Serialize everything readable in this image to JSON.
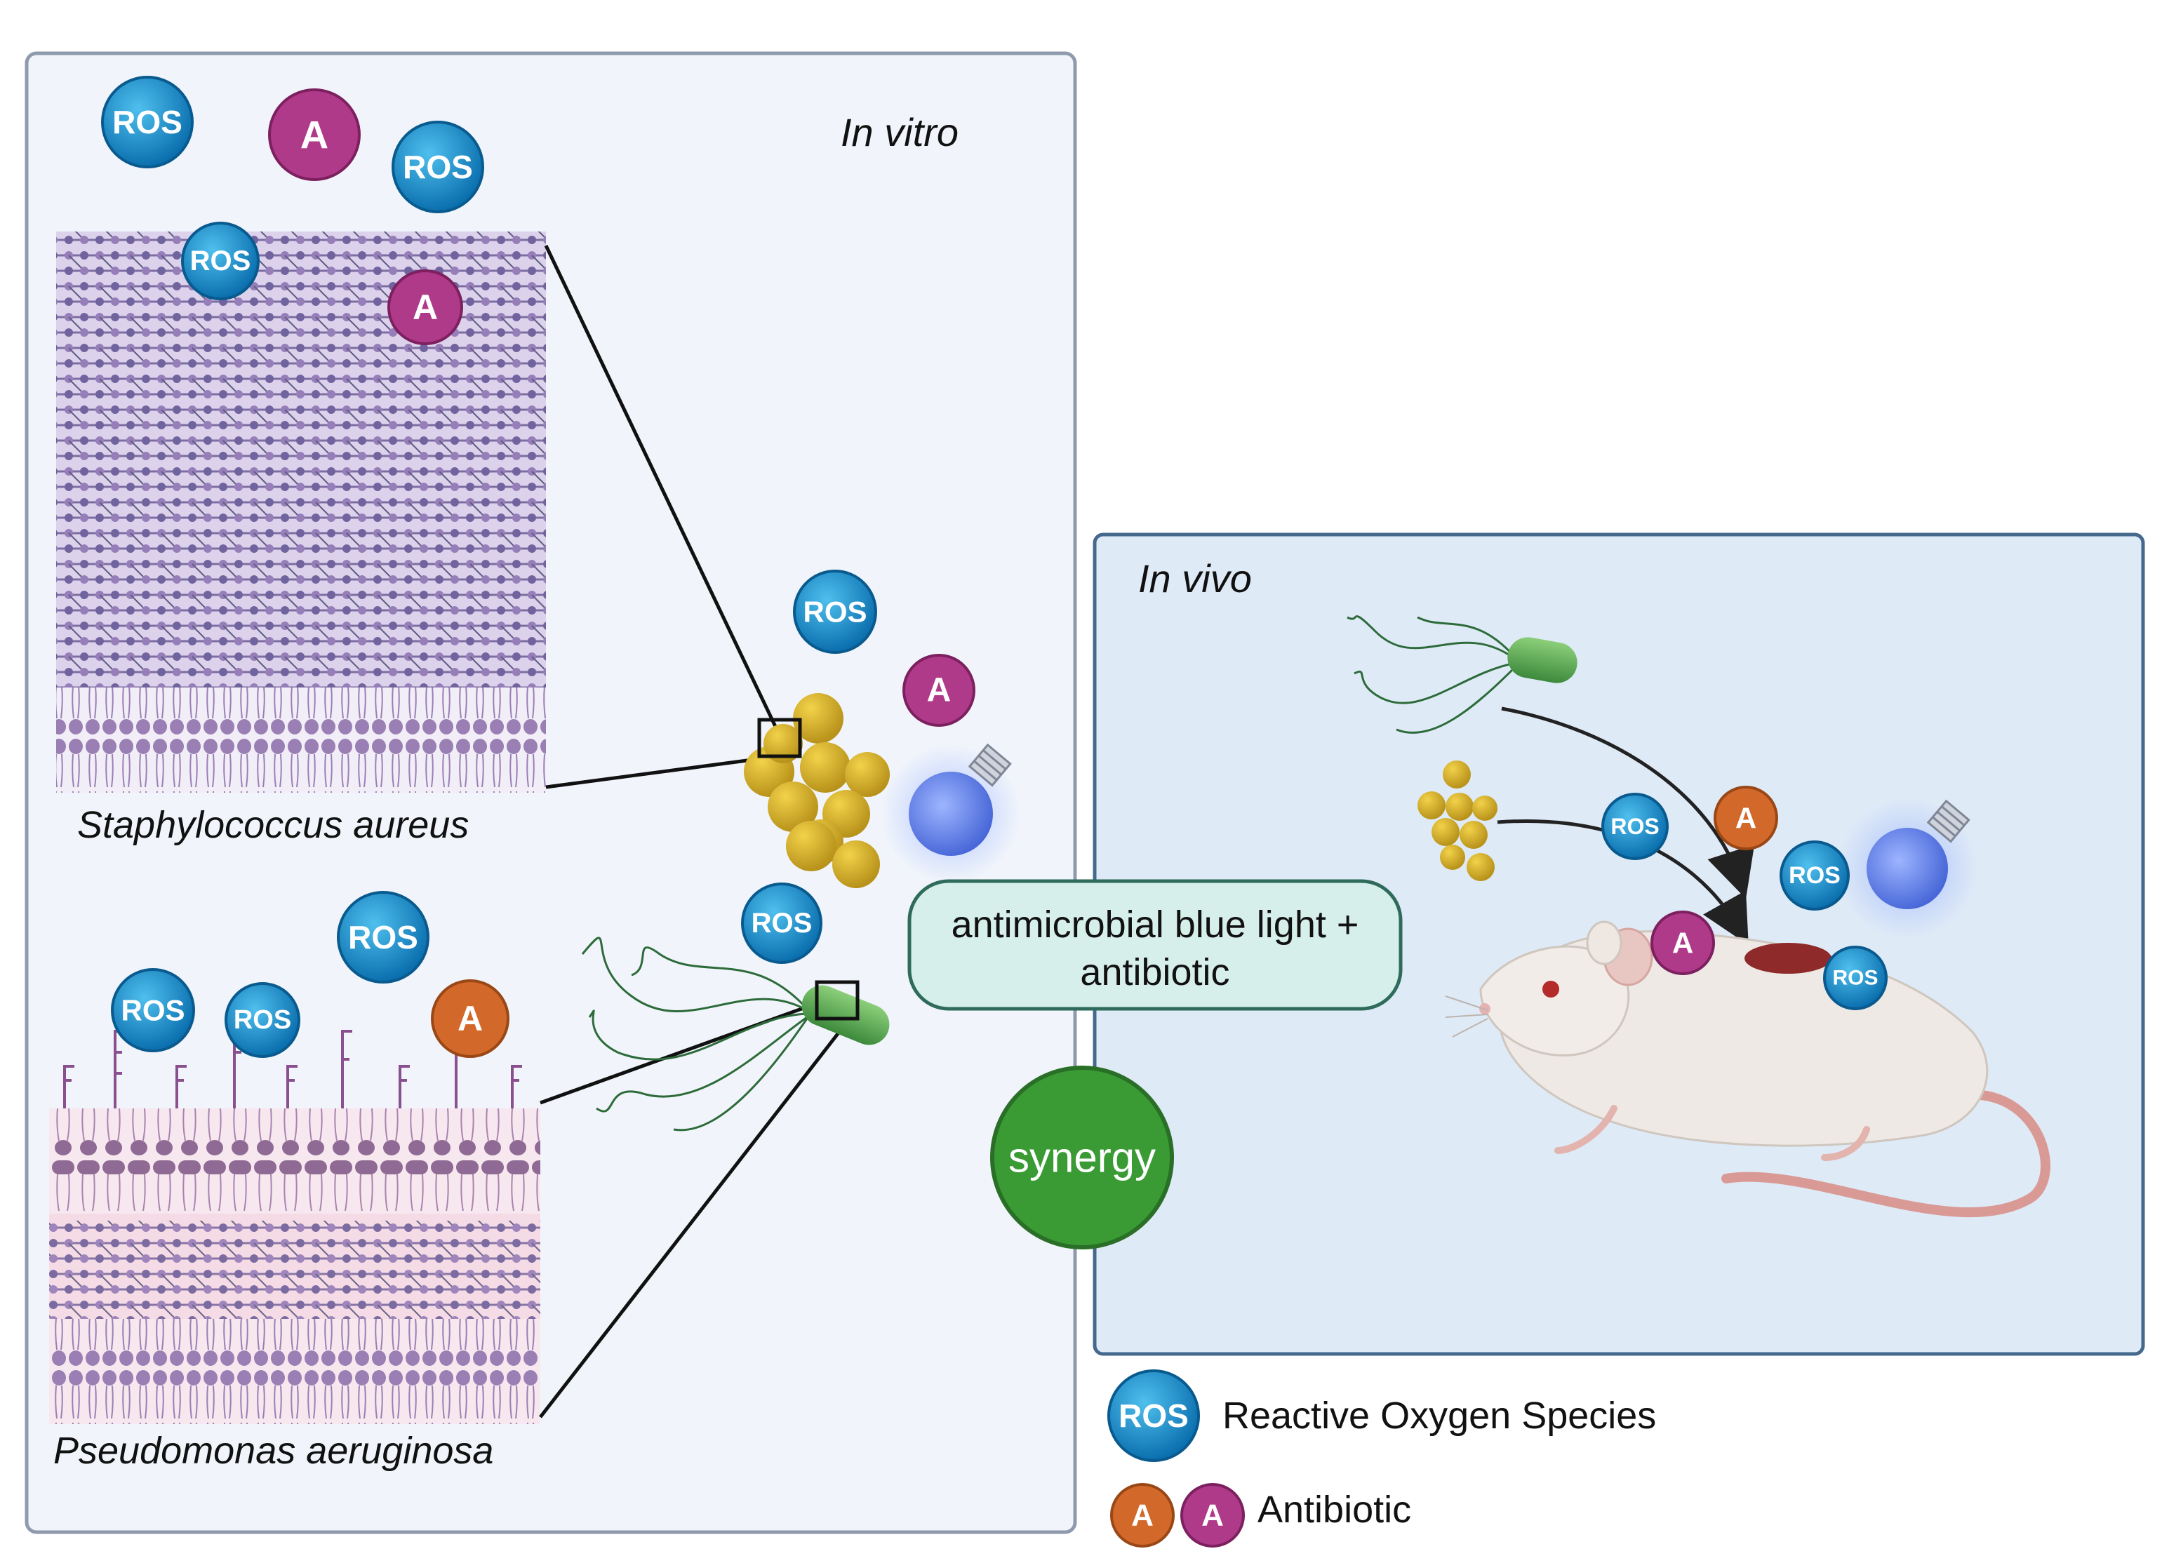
{
  "panels": {
    "in_vitro": {
      "title": "In vitro"
    },
    "in_vivo": {
      "title": "In vivo"
    }
  },
  "organisms": {
    "gram_positive": "Staphylococcus aureus",
    "gram_negative": "Pseudomonas aeruginosa"
  },
  "treatment": {
    "line1": "antimicrobial blue light +",
    "line2": "antibiotic",
    "synergy": "synergy"
  },
  "badges": {
    "ros": "ROS",
    "antibiotic": "A"
  },
  "legend": {
    "ros_label": "Reactive Oxygen Species",
    "antibiotic_label": "Antibiotic"
  },
  "colors": {
    "ros": "#1c8fd0",
    "antibiotic_purple": "#b03a8a",
    "antibiotic_orange": "#d2692b",
    "synergy": "#3a9b35",
    "treatment_box": "#d7efea",
    "in_vitro_bg": "#f1f5fb",
    "in_vivo_bg": "#dfeaf7",
    "staph": "#d9b52a",
    "pseudomonas": "#5aa55a",
    "blue_light": "#6a8de8"
  }
}
